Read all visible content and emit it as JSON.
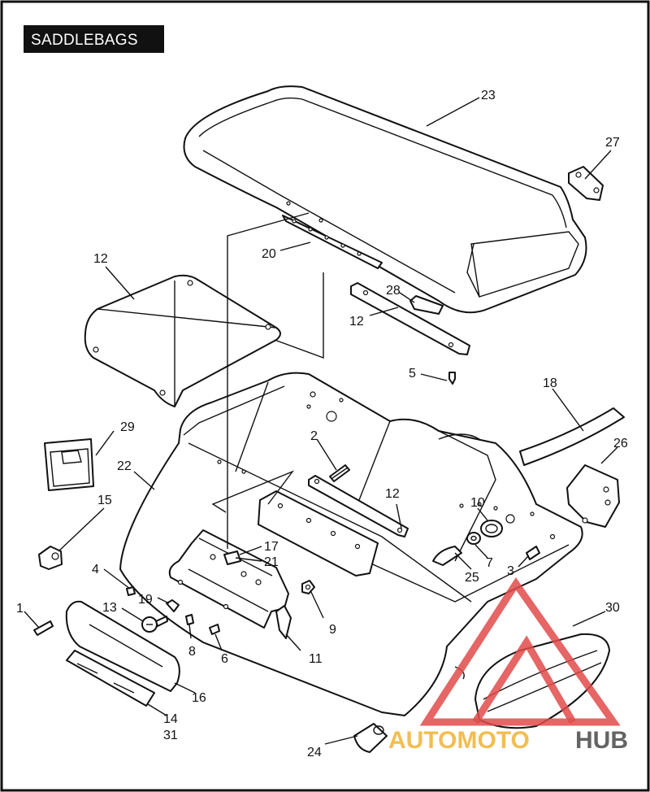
{
  "title": "SADDLEBAGS",
  "parts": [
    {
      "ref": "23"
    },
    {
      "ref": "27"
    },
    {
      "ref": "20"
    },
    {
      "ref": "12a",
      "label": "12"
    },
    {
      "ref": "28"
    },
    {
      "ref": "12b",
      "label": "12"
    },
    {
      "ref": "5"
    },
    {
      "ref": "18"
    },
    {
      "ref": "29"
    },
    {
      "ref": "2"
    },
    {
      "ref": "26"
    },
    {
      "ref": "22"
    },
    {
      "ref": "12c",
      "label": "12"
    },
    {
      "ref": "15"
    },
    {
      "ref": "10"
    },
    {
      "ref": "17"
    },
    {
      "ref": "21"
    },
    {
      "ref": "4"
    },
    {
      "ref": "7"
    },
    {
      "ref": "25"
    },
    {
      "ref": "3"
    },
    {
      "ref": "19"
    },
    {
      "ref": "13"
    },
    {
      "ref": "1"
    },
    {
      "ref": "9"
    },
    {
      "ref": "30"
    },
    {
      "ref": "8"
    },
    {
      "ref": "6"
    },
    {
      "ref": "11"
    },
    {
      "ref": "16"
    },
    {
      "ref": "14"
    },
    {
      "ref": "31"
    },
    {
      "ref": "24"
    }
  ],
  "labels": {
    "p23": "23",
    "p27": "27",
    "p20": "20",
    "p12a": "12",
    "p28": "28",
    "p12b": "12",
    "p5": "5",
    "p18": "18",
    "p29": "29",
    "p2": "2",
    "p26": "26",
    "p22": "22",
    "p12c": "12",
    "p15": "15",
    "p10": "10",
    "p17": "17",
    "p21": "21",
    "p4": "4",
    "p7": "7",
    "p25": "25",
    "p3": "3",
    "p19": "19",
    "p13": "13",
    "p1": "1",
    "p9": "9",
    "p30": "30",
    "p8": "8",
    "p6": "6",
    "p11": "11",
    "p16": "16",
    "p14": "14",
    "p31": "31",
    "p24": "24"
  },
  "watermark": {
    "text_a": "AUTOMOTO",
    "text_b": "HUB",
    "color": "#e24a4a",
    "accent": "#f2b233"
  }
}
